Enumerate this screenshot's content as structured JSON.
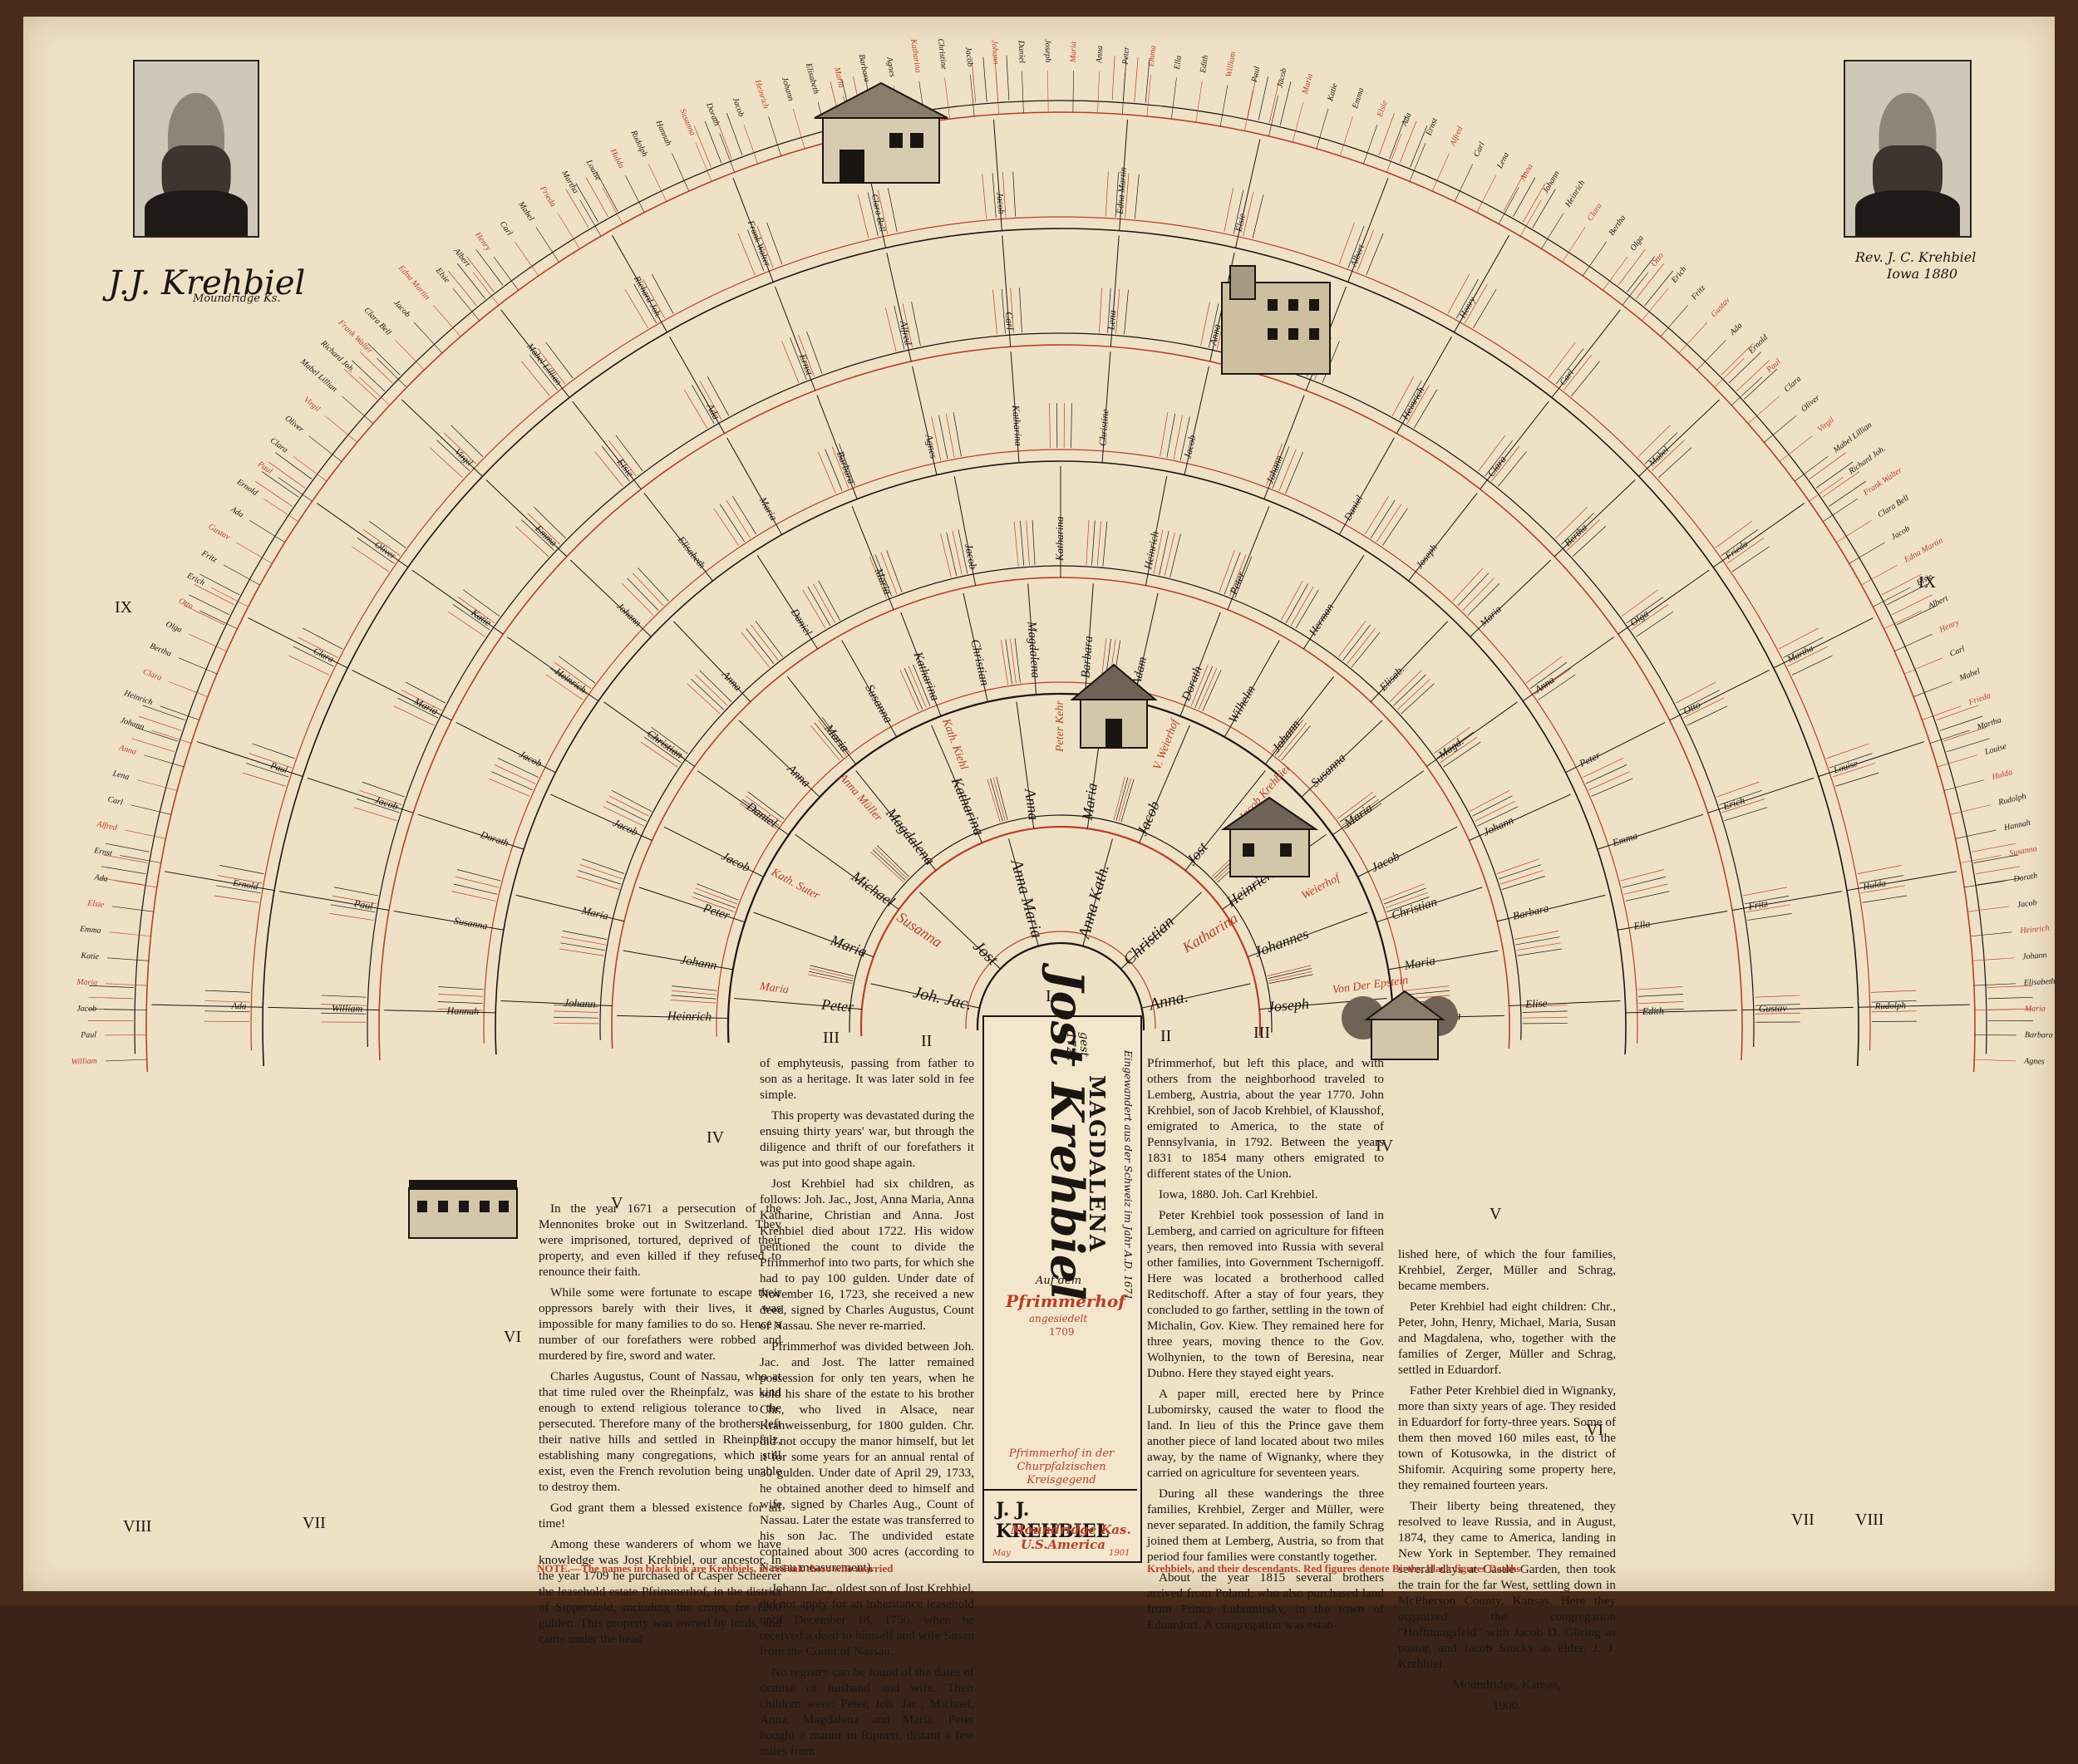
{
  "progenitor": {
    "name": "Jost Krehbiel",
    "died": "gest. 1722",
    "wife": "MAGDALENA",
    "line1": "Eingewandert aus der Schweiz im Jahr A.D. 1671",
    "line2": "Auf dem",
    "farm": "Pfrimmerhof",
    "farm_note": "angesiedelt",
    "farm_year": "1709",
    "caption": "Pfrimmerhof in der Churpfalzischen Kreisgegend",
    "author": "J. J. KREHBIEL",
    "place": "Moundridge Kas.",
    "country": "U.S.America",
    "month": "May",
    "year": "1901"
  },
  "portraits": {
    "left_signature": "J.J. Krehbiel",
    "left_place": "Moundridge Ks.",
    "right_caption_1": "Rev. J. C. Krehbiel",
    "right_caption_2": "Iowa 1880"
  },
  "generations": [
    "I",
    "II",
    "III",
    "IV",
    "V",
    "VI",
    "VII",
    "VIII",
    "IX"
  ],
  "gen1": [
    "Joh. Jac.",
    "Jost",
    "Anna Maria",
    "Anna Kath.",
    "Christian",
    "Anna."
  ],
  "gen1_spouses": [
    "Susanna",
    "Katharina"
  ],
  "gen2": [
    "Peter",
    "Maria",
    "Michael",
    "Magdalena",
    "Katharina",
    "Anna",
    "Maria",
    "Jacob",
    "Jost",
    "Heinrich",
    "Johannes",
    "Joseph"
  ],
  "gen2_spouses": [
    "Maria",
    "Kath. Suter",
    "Anna Müller",
    "Kath. Kiehl",
    "Peter Kehr",
    "V. Weierhof",
    "Jacob Krehbiel",
    "Weierhof",
    "Von Der Epstein"
  ],
  "gen3": [
    "Heinrich",
    "Johann",
    "Peter",
    "Jacob",
    "Daniel",
    "Anna",
    "Maria",
    "Susanna",
    "Katharina",
    "Christian",
    "Magdalena",
    "Barbara",
    "Adam",
    "Dorath",
    "Wilhelm",
    "Johann",
    "Susanna",
    "Maria",
    "Jacob",
    "Christian",
    "Maria",
    "Katharina"
  ],
  "gen4": [
    "Johann",
    "Maria",
    "Jacob",
    "Christian",
    "Anna",
    "Daniel",
    "Maria",
    "Jacob",
    "Katharina",
    "Heinrich",
    "Peter",
    "Herman",
    "Elisab.",
    "Magd.",
    "Johann",
    "Barbara",
    "Elise"
  ],
  "gen5": [
    "Hannah",
    "Susanna",
    "Dorath",
    "Jacob",
    "Heinrich",
    "Johann",
    "Elisabeth",
    "Maria",
    "Barbara",
    "Agnes",
    "Katharina",
    "Christine",
    "Jacob",
    "Johann",
    "Daniel",
    "Joseph",
    "Maria",
    "Anna",
    "Peter",
    "Emma",
    "Ella",
    "Edith"
  ],
  "gen6": [
    "William",
    "Paul",
    "Jacob",
    "Maria",
    "Katie",
    "Emma",
    "Elsie",
    "Ada",
    "Ernst",
    "Alfred",
    "Carl",
    "Lena",
    "Anna",
    "Johann",
    "Heinrich",
    "Clara",
    "Bertha",
    "Olga",
    "Otto",
    "Erich",
    "Fritz",
    "Gustav"
  ],
  "gen7": [
    "Ada",
    "Ernold",
    "Paul",
    "Clara",
    "Oliver",
    "Virgil",
    "Mabel Lillian",
    "Richard Joh.",
    "Frank Walter",
    "Clara Bell",
    "Jacob",
    "Edna Martin",
    "Elsie",
    "Albert",
    "Henry",
    "Carl",
    "Mabel",
    "Frieda",
    "Martha",
    "Louise",
    "Hulda",
    "Rudolph"
  ],
  "text_left": [
    "In the year 1671 a persecution of the Mennonites broke out in Switzerland. They were imprisoned, tortured, deprived of their property, and even killed if they refused to renounce their faith.",
    "While some were fortunate to escape their oppressors barely with their lives, it was impossible for many families to do so. Hence a number of our forefathers were robbed and murdered by fire, sword and water.",
    "Charles Augustus, Count of Nassau, who at that time ruled over the Rheinpfalz, was kind enough to extend religious tolerance to the persecuted. Therefore many of the brothers left their native hills and settled in Rheinpfalz, establishing many congregations, which still exist, even the French revolution being unable to destroy them.",
    "God grant them a blessed existence for all time!",
    "Among these wanderers of whom we have knowledge was Jost Krehbiel, our ancestor. In the year 1709 he purchased of Casper Scheerer the leasehold estate Pfrimmerhof, in the district of Sippersfeld, including the crops, for 1200 gulden. This property was owned by lords, and came under the head"
  ],
  "text_mid": [
    "of emphyteusis, passing from father to son as a heritage. It was later sold in fee simple.",
    "This property was devastated during the ensuing thirty years' war, but through the diligence and thrift of our forefathers it was put into good shape again.",
    "Jost Krehbiel had six children, as follows: Joh. Jac., Jost, Anna Maria, Anna Katharine, Christian and Anna. Jost Krehbiel died about 1722. His widow petitioned the count to divide the Pfrimmerhof into two parts, for which she had to pay 100 gulden. Under date of November 16, 1723, she received a new deed, signed by Charles Augustus, Count of Nassau. She never re-married.",
    "Pfrimmerhof was divided between Joh. Jac. and Jost. The latter remained possession for only ten years, when he sold his share of the estate to his brother Chr., who lived in Alsace, near Kranweissenburg, for 1800 gulden. Chr. did not occupy the manor himself, but let it for some years for an annual rental of 30 gulden. Under date of April 29, 1733, he obtained another deed to himself and wife, signed by Charles Aug., Count of Nassau. Later the estate was transferred to his son Jac. The undivided estate contained about 300 acres (according to Nassau measurement).",
    "Johann Jac., oldest son of Jost Krehbiel, did not apply for an inheritance leasehold until December 18, 1756, when he received a deed to himself and wife Susan from the Count of Nassau.",
    "No registry can be found of the dates of demise of husband and wife. Their children were: Peter, Joh. Jac., Michael, Anna, Magdalena and Maria. Peter bought a manor in Ripnert, distant a few miles from"
  ],
  "text_right1": [
    "Pfrimmerhof, but left this place, and with others from the neighborhood traveled to Lemberg, Austria, about the year 1770. John Krehbiel, son of Jacob Krehbiel, of Klausshof, emigrated to America, to the state of Pennsylvania, in 1792. Between the years 1831 to 1854 many others emigrated to different states of the Union.",
    "Iowa, 1880.   Joh. Carl Krehbiel.",
    "Peter Krehbiel took possession of land in Lemberg, and carried on agriculture for fifteen years, then removed into Russia with several other families, into Government Tschernigoff. Here was located a brotherhood called Reditschoff. After a stay of four years, they concluded to go farther, settling in the town of Michalin, Gov. Kiew. They remained here for three years, moving thence to the Gov. Wolhynien, to the town of Beresina, near Dubno. Here they stayed eight years.",
    "A paper mill, erected here by Prince Lubomirsky, caused the water to flood the land. In lieu of this the Prince gave them another piece of land located about two miles away, by the name of Wignanky, where they carried on agriculture for seventeen years.",
    "During all these wanderings the three families, Krehbiel, Zerger and Müller, were never separated. In addition, the family Schrag joined them at Lemberg, Austria, so from that period four families were constantly together.",
    "About the year 1815 several brothers arrived from Poland, who also purchased land from Prince Lubomirsky, in the town of Eduardorf. A congregation was estab-"
  ],
  "text_right2": [
    "lished here, of which the four families, Krehbiel, Zerger, Müller and Schrag, became members.",
    "Peter Krehbiel had eight children: Chr., Peter, John, Henry, Michael, Maria, Susan and Magdalena, who, together with the families of Zerger, Müller and Schrag, settled in Eduardorf.",
    "Father Peter Krehbiel died in Wignanky, more than sixty years of age. They resided in Eduardorf for forty-three years. Some of them then moved 160 miles east, to the town of Kotusowka, in the district of Shifomir. Acquiring some property here, they remained fourteen years.",
    "Their liberty being threatened, they resolved to leave Russia, and in August, 1874, they came to America, landing in New York in September. They remained several days at Castle Garden, then took the train for the far West, settling down in McPherson County, Kansas. Here they organized the congregation \"Hoffnungsfeld\" with Jacob D. Göring as pastor, and Jacob Stucky as elder.   J. J. Krehbiel.",
    "Moundridge, Kansas,",
    "1900."
  ],
  "note_left": "NOTE.—The names in black ink are Krehbiels, in red ink those who married",
  "note_right": "Krehbiels, and their descendants.  Red figures denote Births, black figures Deaths.",
  "colors": {
    "paper": "#efe1c6",
    "black_ink": "#1b1512",
    "red_ink": "#b5402a",
    "frame": "#4a2a1a"
  }
}
